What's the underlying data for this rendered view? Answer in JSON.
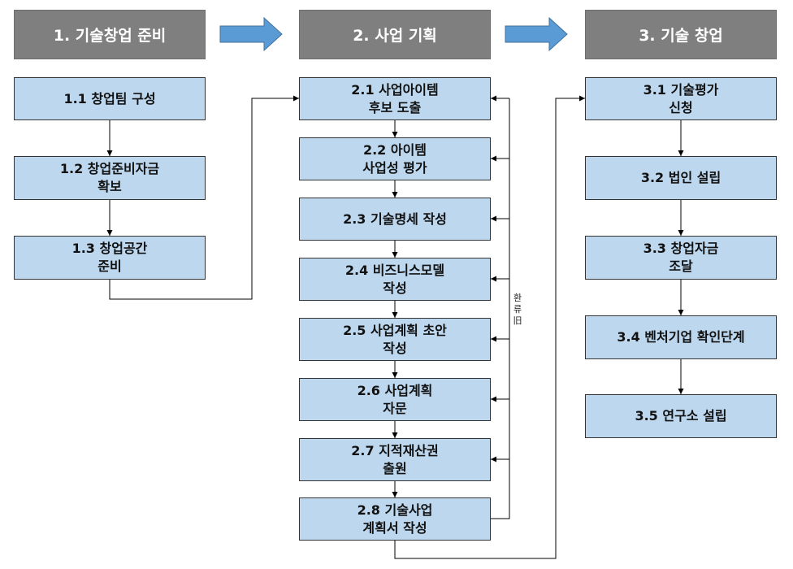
{
  "colors": {
    "header_bg": "#7f7f7f",
    "box_bg": "#bdd7ee",
    "arrow": "#5b9bd5",
    "line": "#000000"
  },
  "headers": {
    "stage1": "1. 기술창업 준비",
    "stage2": "2. 사업 기획",
    "stage3": "3. 기술 창업"
  },
  "stage1": [
    "1.1 창업팀 구성",
    "1.2 창업준비자금\n확보",
    "1.3 창업공간\n준비"
  ],
  "stage2": [
    "2.1 사업아이템\n후보 도출",
    "2.2 아이템\n사업성 평가",
    "2.3 기술명세 작성",
    "2.4 비즈니스모델\n작성",
    "2.5 사업계획 초안\n작성",
    "2.6 사업계획\n자문",
    "2.7 지적재산권\n출원",
    "2.8 기술사업\n계획서 작성"
  ],
  "stage3": [
    "3.1 기술평가\n신청",
    "3.2 법인 설립",
    "3.3 창업자금\n조달",
    "3.4 벤처기업 확인단계",
    "3.5 연구소 설립"
  ],
  "feedback_label": "환\n류\n旧"
}
